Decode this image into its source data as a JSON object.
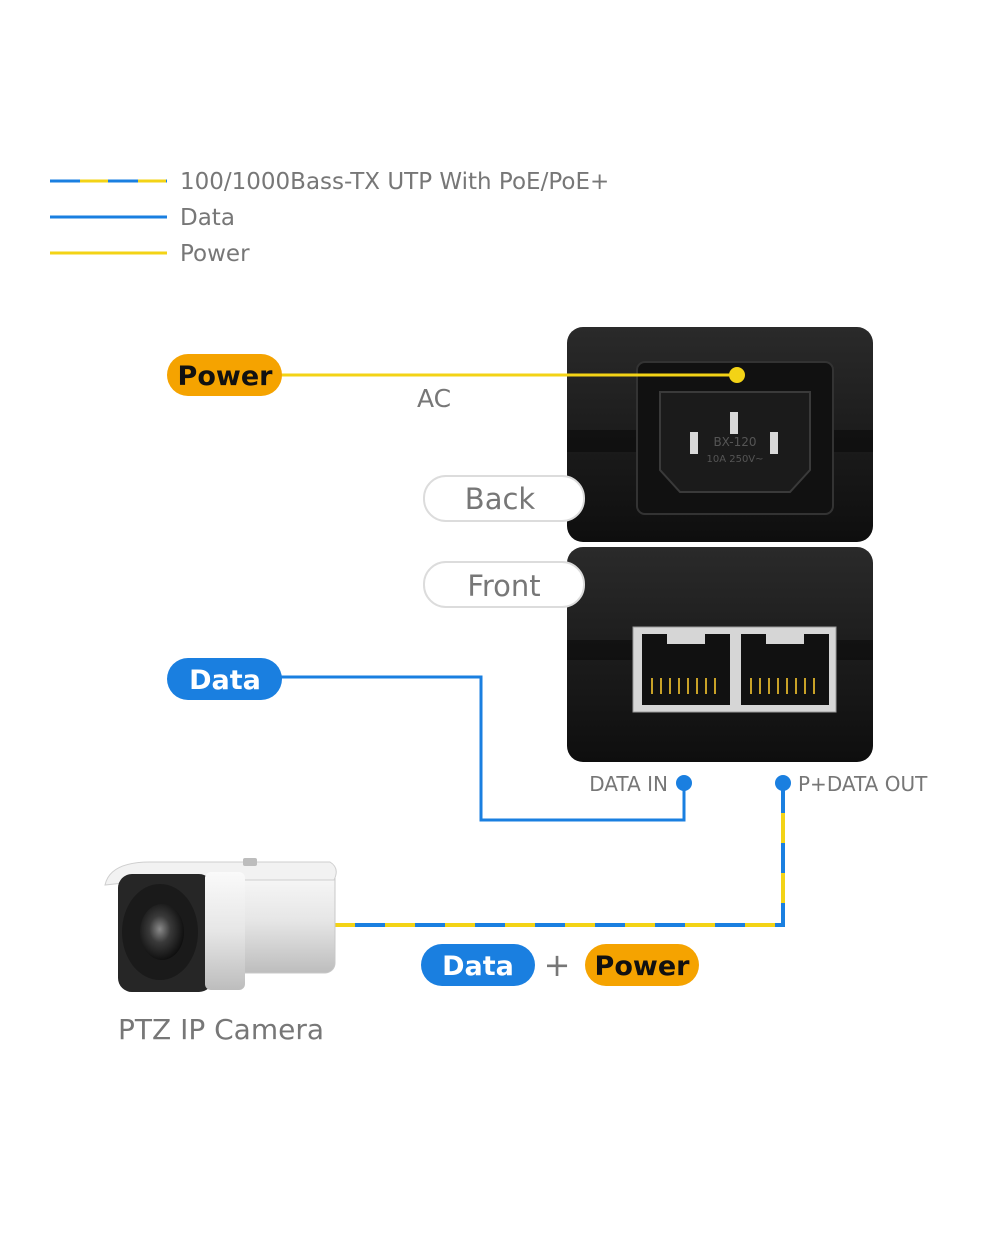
{
  "legend": {
    "items": [
      {
        "label": "100/1000Bass-TX UTP With PoE/PoE+",
        "style": "dashed-blue-yellow"
      },
      {
        "label": "Data",
        "style": "solid-blue"
      },
      {
        "label": "Power",
        "style": "solid-yellow"
      }
    ]
  },
  "colors": {
    "data_blue": "#1a7fe0",
    "power_yellow": "#f3d316",
    "power_badge": "#f5a300",
    "device_black": "#1a1a1a",
    "label_grey": "#7a7a7a"
  },
  "badges": {
    "power": "Power",
    "data": "Data",
    "combined_data": "Data",
    "plus": "+",
    "combined_power": "Power"
  },
  "labels": {
    "ac": "AC",
    "back": "Back",
    "front": "Front",
    "data_in": "DATA IN",
    "data_out": "P+DATA OUT",
    "camera": "PTZ IP Camera"
  },
  "device": {
    "socket_markings": [
      "BX-120",
      "10A 250V~"
    ]
  }
}
